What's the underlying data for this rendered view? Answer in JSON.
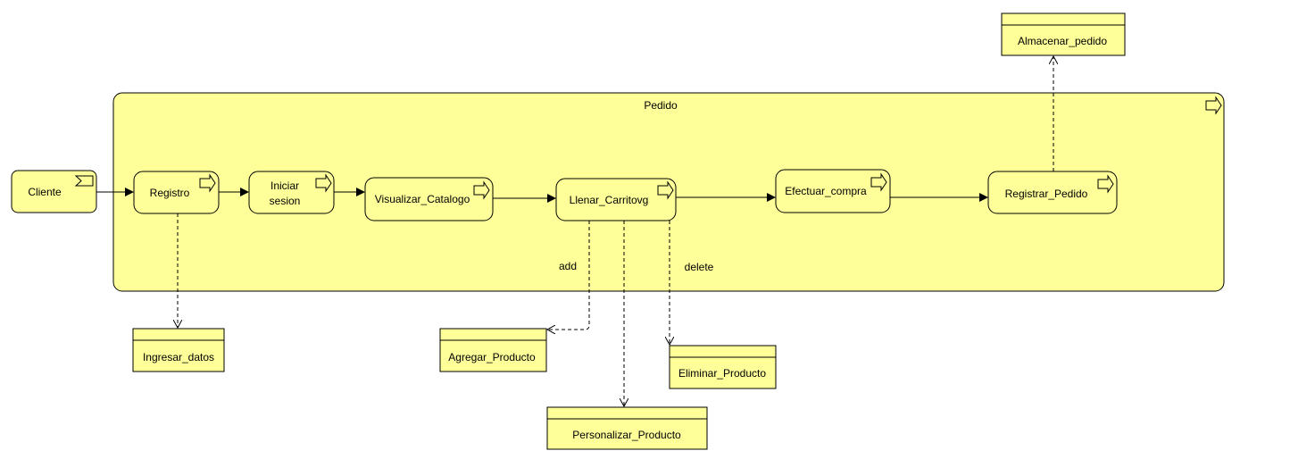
{
  "diagram": {
    "container": {
      "title": "Pedido"
    },
    "start": {
      "label": "Cliente"
    },
    "actions": {
      "registro": "Registro",
      "iniciar_line1": "Iniciar",
      "iniciar_line2": "sesion",
      "visualizar": "Visualizar_Catalogo",
      "llenar": "Llenar_Carritovg",
      "efectuar": "Efectuar_compra",
      "registrar": "Registrar_Pedido"
    },
    "objects": {
      "ingresar": "Ingresar_datos",
      "agregar": "Agregar_Producto",
      "eliminar": "Eliminar_Producto",
      "personalizar": "Personalizar_Producto",
      "almacenar": "Almacenar_pedido"
    },
    "edge_labels": {
      "add": "add",
      "delete": "delete"
    },
    "colors": {
      "fill": "#ffff99",
      "stroke": "#000000"
    }
  }
}
